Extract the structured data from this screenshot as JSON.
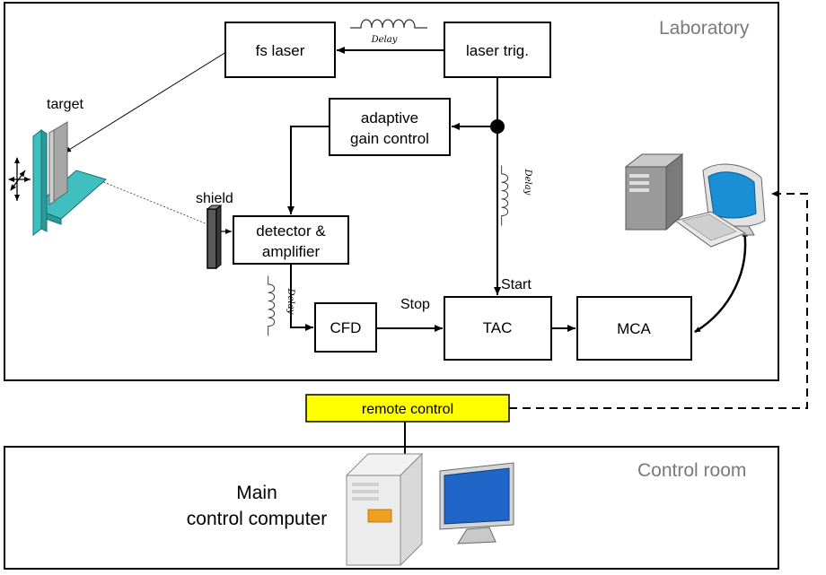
{
  "regions": {
    "laboratory": "Laboratory",
    "control_room": "Control room"
  },
  "boxes": {
    "fs_laser": "fs laser",
    "laser_trig": "laser trig.",
    "adaptive_gain_line1": "adaptive",
    "adaptive_gain_line2": "gain control",
    "detector_line1": "detector &",
    "detector_line2": "amplifier",
    "cfd": "CFD",
    "tac": "TAC",
    "mca": "MCA",
    "remote_control": "remote control"
  },
  "labels": {
    "target": "target",
    "shield": "shield",
    "start": "Start",
    "stop": "Stop",
    "delay": "Delay",
    "main_line1": "Main",
    "main_line2": "control computer"
  },
  "colors": {
    "remote_control_fill": "#ffff00",
    "target_fill": "#3fbfbf",
    "target_plate": "#a6a6a6",
    "shield_fill": "#595959",
    "monitor_screen": "#1a8fd6"
  },
  "icons": [
    "lab-computer-icon",
    "main-computer-icon",
    "target-stage-icon",
    "move-arrows-icon",
    "delay-coil-icon"
  ]
}
